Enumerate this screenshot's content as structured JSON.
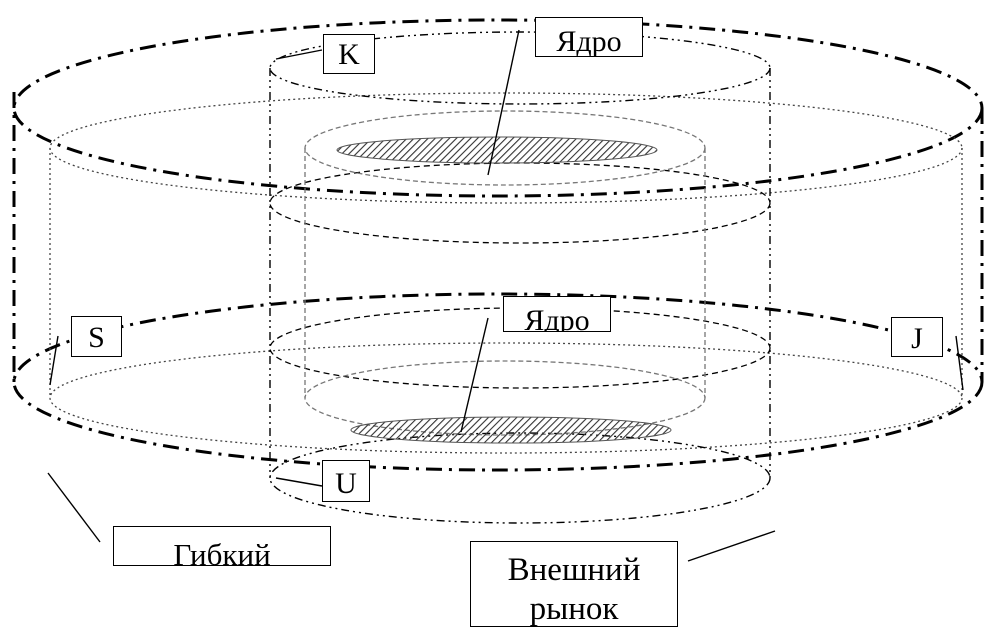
{
  "diagram": {
    "labels": {
      "k": "K",
      "core_top": "Ядро",
      "core_bottom": "Ядро",
      "s": "S",
      "j": "J",
      "u": "U",
      "flexible": "Гибкий",
      "external_line1": "Внешний",
      "external_line2": "рынок"
    }
  }
}
